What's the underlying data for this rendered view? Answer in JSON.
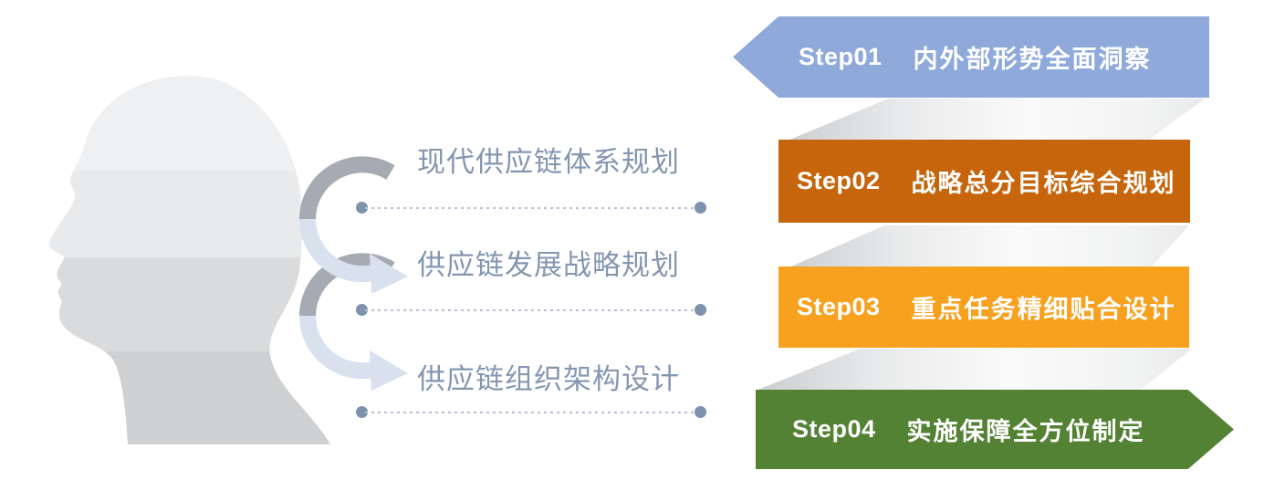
{
  "head": {
    "icon": "human-head-profile",
    "band_colors": [
      "#eff0f1",
      "#e8eaeb",
      "#d9dbdc",
      "#ced0d1"
    ]
  },
  "arrows": {
    "icon": "curved-cycle-arrow",
    "gray_color": "#a6aab2",
    "light_color": "#d9e1ef"
  },
  "knowledge": {
    "text_color": "#8496b0",
    "dot_color": "#7e92ae",
    "dash_color": "#b5c1d3",
    "items": [
      {
        "label": "现代供应链体系规划"
      },
      {
        "label": "供应链发展战略规划"
      },
      {
        "label": "供应链组织架构设计"
      }
    ]
  },
  "steps": {
    "text_color": "#ffffff",
    "items": [
      {
        "num": "Step01",
        "label": "内外部形势全面洞察",
        "color": "#8fa9db",
        "shape": "arrow-left"
      },
      {
        "num": "Step02",
        "label": "战略总分目标综合规划",
        "color": "#c6650b",
        "shape": "rectangle"
      },
      {
        "num": "Step03",
        "label": "重点任务精细贴合设计",
        "color": "#f8a11e",
        "shape": "rectangle"
      },
      {
        "num": "Step04",
        "label": "实施保障全方位制定",
        "color": "#538234",
        "shape": "arrow-right"
      }
    ]
  }
}
